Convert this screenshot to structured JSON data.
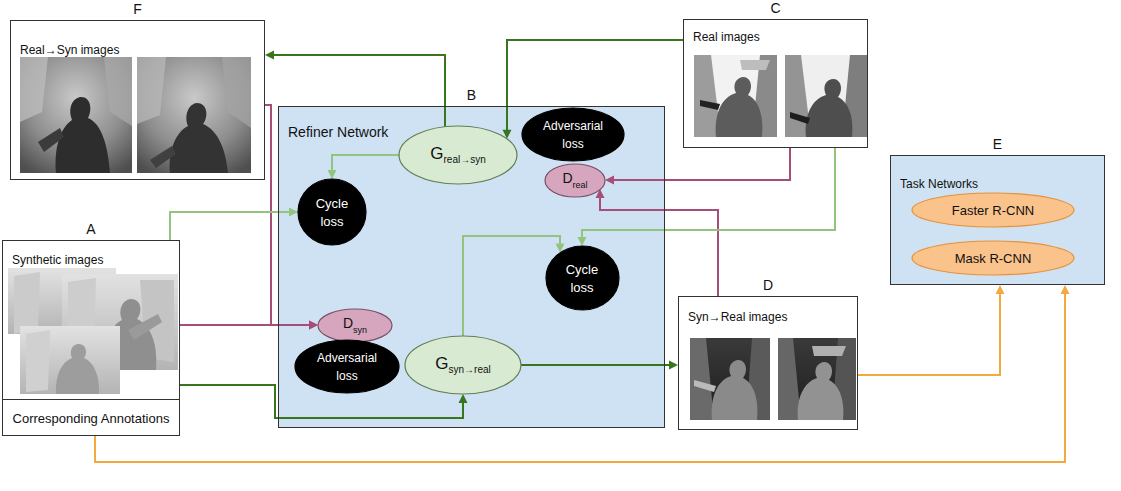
{
  "diagram": {
    "nodes": [
      {
        "text": [
          "F",
          "Real→Syn images"
        ]
      },
      {
        "text": [
          "C",
          "Real images"
        ]
      },
      {
        "text": [
          "B",
          "Refiner Network"
        ]
      },
      {
        "text": [
          "G",
          "real→syn"
        ],
        "in": 2
      },
      {
        "text": [
          "Adversarial loss"
        ],
        "in": 2
      },
      {
        "text": [
          "D",
          "real"
        ],
        "in": 2
      },
      {
        "text": [
          "Cycle loss"
        ],
        "in": 2
      },
      {
        "text": [
          "D",
          "syn"
        ],
        "in": 2
      },
      {
        "text": [
          "Adversarial loss"
        ],
        "in": 2
      },
      {
        "text": [
          "G",
          "syn→real"
        ],
        "in": 2
      },
      {
        "text": [
          "Cycle loss"
        ],
        "in": 2
      },
      {
        "text": [
          "A",
          "Synthetic images"
        ]
      },
      {
        "text": [
          "Corresponding Annotations"
        ]
      },
      {
        "text": [
          "D",
          "Syn→Real images"
        ]
      },
      {
        "text": [
          "E",
          "Task Networks"
        ]
      },
      {
        "text": [
          "Faster R-CNN"
        ],
        "in": 14
      },
      {
        "text": [
          "Mask R-CNN"
        ],
        "in": 14
      }
    ],
    "edges": [
      {
        "from": 1,
        "to": 3,
        "arrow": "to"
      },
      {
        "from": 3,
        "to": 0,
        "arrow": "to"
      },
      {
        "from": 0,
        "to": 7,
        "arrow": "to"
      },
      {
        "from": 11,
        "to": 7,
        "arrow": "to"
      },
      {
        "from": 1,
        "to": 5,
        "arrow": "to"
      },
      {
        "from": 13,
        "to": 5,
        "arrow": "to"
      },
      {
        "from": 11,
        "to": 6,
        "arrow": "to"
      },
      {
        "from": 3,
        "to": 6,
        "arrow": "to"
      },
      {
        "from": 1,
        "to": 10,
        "arrow": "to"
      },
      {
        "from": 9,
        "to": 10,
        "arrow": "to"
      },
      {
        "from": 11,
        "to": 9,
        "arrow": "to"
      },
      {
        "from": 9,
        "to": 13,
        "arrow": "to"
      },
      {
        "from": 13,
        "to": 14,
        "arrow": "to"
      },
      {
        "from": 12,
        "to": 14,
        "arrow": "to"
      }
    ]
  }
}
